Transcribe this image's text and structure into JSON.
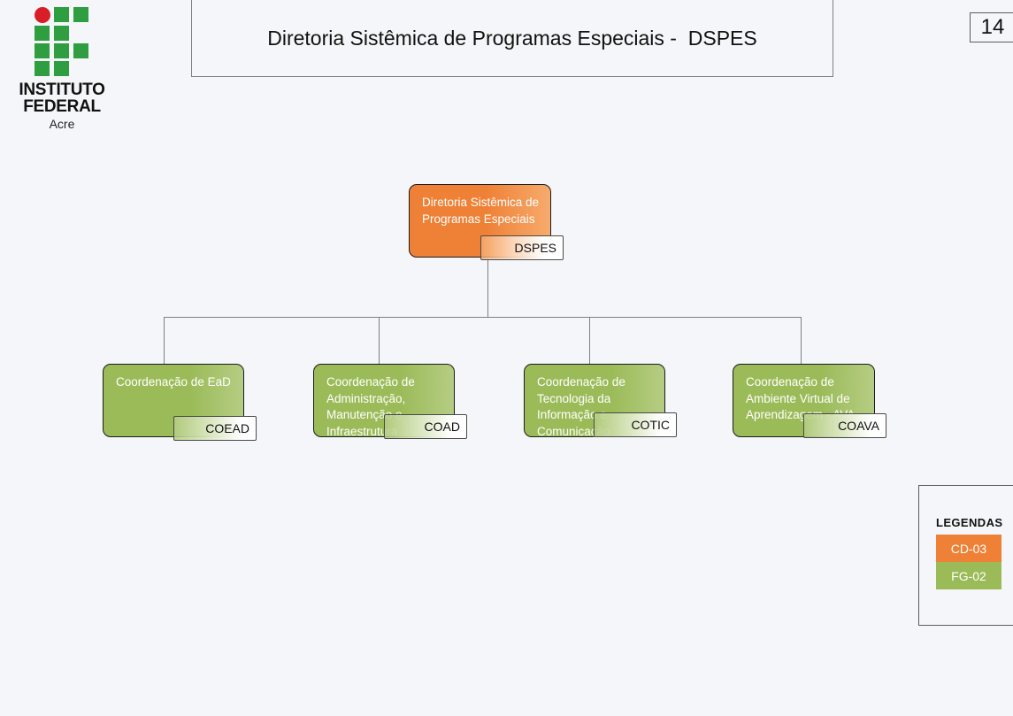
{
  "logo": {
    "wordmark_line1": "INSTITUTO",
    "wordmark_line2": "FEDERAL",
    "campus": "Acre",
    "dot_color": "#d81e26",
    "cell_color": "#2e9e41",
    "icon_name": "instituto-federal-logo"
  },
  "header": {
    "title": "Diretoria Sistêmica de Programas Especiais -  DSPES",
    "page_number": "14"
  },
  "colors": {
    "background": "#f4f6fa",
    "root_fill": "#ef8136",
    "child_fill": "#9bbb59",
    "connector": "#808080",
    "node_border": "#1a1a1a"
  },
  "org_chart": {
    "root": {
      "label": "Diretoria Sistêmica de\nProgramas Especiais",
      "acronym": "DSPES",
      "level": "CD-03"
    },
    "children": [
      {
        "label": "Coordenação de EaD",
        "acronym": "COEAD",
        "level": "FG-02"
      },
      {
        "label": "Coordenação de\nAdministração,\nManutenção e\nInfraestrutura",
        "acronym": "COAD",
        "level": "FG-02"
      },
      {
        "label": "Coordenação de\nTecnologia da\nInformação  e\nComunicação",
        "acronym": "COTIC",
        "level": "FG-02"
      },
      {
        "label": "Coordenação de\nAmbiente Virtual de\nAprendizagem - AVA",
        "acronym": "COAVA",
        "level": "FG-02"
      }
    ]
  },
  "legend": {
    "title": "LEGENDAS",
    "items": [
      {
        "label": "CD-03",
        "color": "#ef8136"
      },
      {
        "label": "FG-02",
        "color": "#9bbb59"
      }
    ]
  }
}
